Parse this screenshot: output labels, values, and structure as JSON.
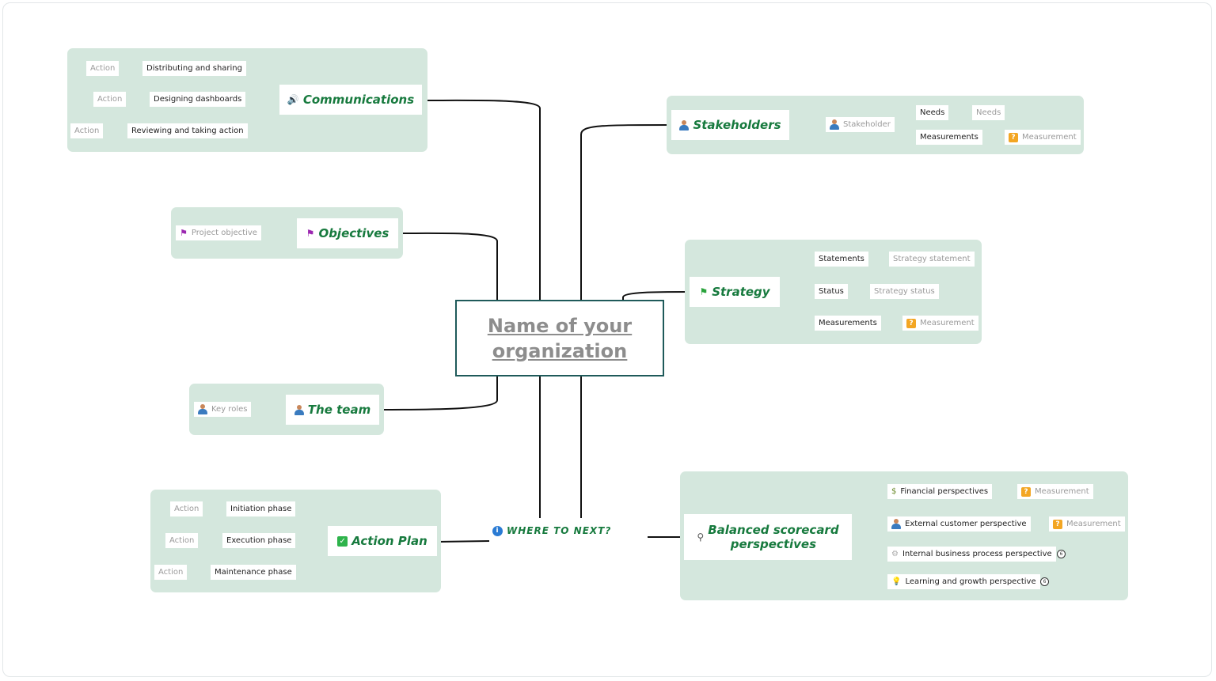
{
  "central": {
    "title_line1": "Name of your",
    "title_line2": "organization"
  },
  "where_to_next": {
    "icon": "info-icon",
    "label": "WHERE TO NEXT?"
  },
  "communications": {
    "label": "Communications",
    "icon": "speaker-icon",
    "items": [
      {
        "label": "Distributing and sharing",
        "action": "Action"
      },
      {
        "label": "Designing dashboards",
        "action": "Action"
      },
      {
        "label": "Reviewing and taking action",
        "action": "Action"
      }
    ]
  },
  "objectives": {
    "label": "Objectives",
    "icon": "flag-icon",
    "child": "Project objective"
  },
  "team": {
    "label": "The team",
    "icon": "person-icon",
    "child": "Key roles"
  },
  "action_plan": {
    "label": "Action Plan",
    "icon": "checkbox-icon",
    "items": [
      {
        "label": "Initiation phase",
        "action": "Action"
      },
      {
        "label": "Execution phase",
        "action": "Action"
      },
      {
        "label": "Maintenance phase",
        "action": "Action"
      }
    ]
  },
  "stakeholders": {
    "label": "Stakeholders",
    "icon": "person-icon",
    "child": "Stakeholder",
    "needs_label": "Needs",
    "needs_value": "Needs",
    "measurements_label": "Measurements",
    "measurement_value": "Measurement"
  },
  "strategy": {
    "label": "Strategy",
    "icon": "flag-icon",
    "statements_label": "Statements",
    "statements_value": "Strategy statement",
    "status_label": "Status",
    "status_value": "Strategy status",
    "measurements_label": "Measurements",
    "measurement_value": "Measurement"
  },
  "balanced": {
    "label_line1": "Balanced scorecard",
    "label_line2": "perspectives",
    "icon": "magnifier-icon",
    "items": [
      {
        "label": "Financial perspectives",
        "icon": "money-bag-icon",
        "value": "Measurement"
      },
      {
        "label": "External customer perspective",
        "icon": "person-icon",
        "value": "Measurement"
      },
      {
        "label": "Internal business process perspective",
        "icon": "gear-icon",
        "badge": "6"
      },
      {
        "label": "Learning and growth perspective",
        "icon": "lightbulb-icon",
        "badge": "6"
      }
    ]
  },
  "colors": {
    "group_bg": "#d4e7dd",
    "topic_text": "#177a3e",
    "central_border": "#1f5a5a",
    "line": "#000000"
  }
}
